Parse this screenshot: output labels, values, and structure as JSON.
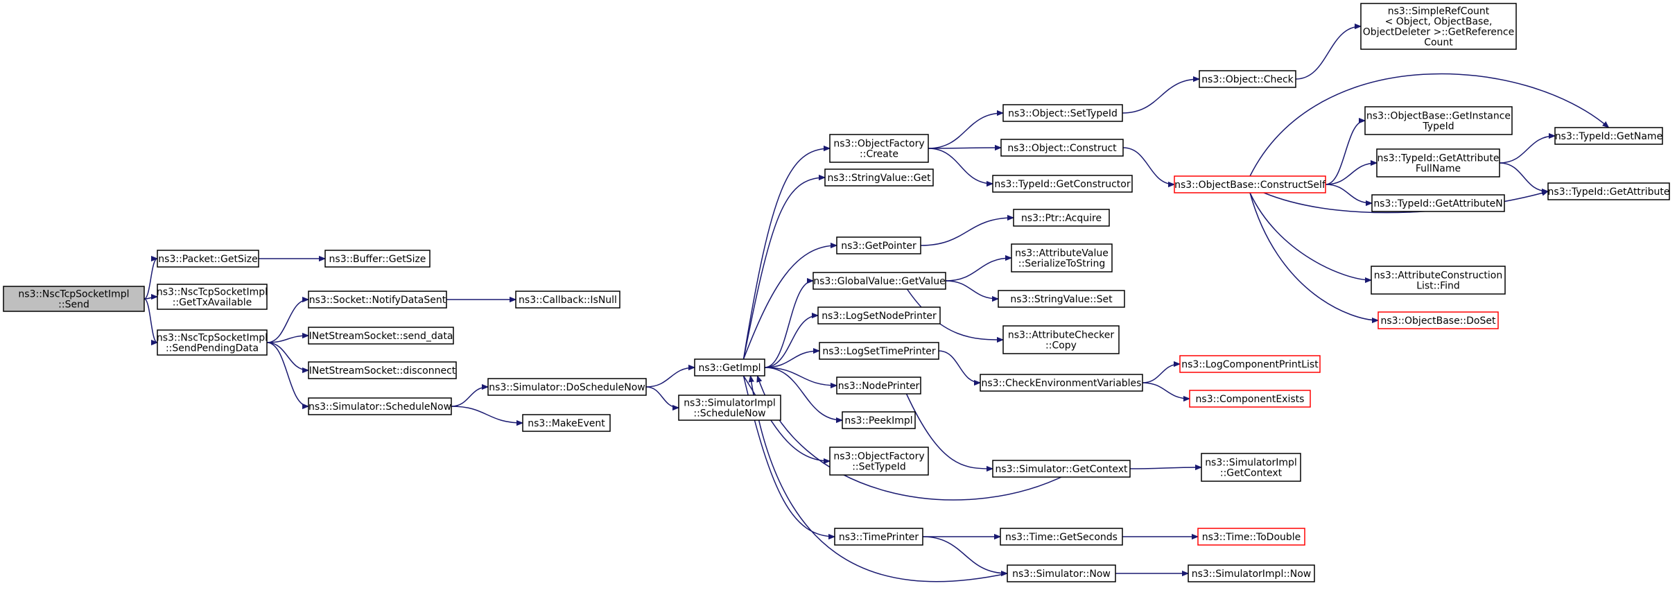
{
  "graph": {
    "colors": {
      "edge": "#191970",
      "root_fill": "#bfbfbf",
      "truncated_border": "#ff0000"
    },
    "nodes": [
      {
        "id": "send",
        "lines": [
          "ns3::NscTcpSocketImpl",
          "::Send"
        ],
        "style": "root"
      },
      {
        "id": "packetgetsize",
        "lines": [
          "ns3::Packet::GetSize"
        ]
      },
      {
        "id": "buffergetsize",
        "lines": [
          "ns3::Buffer::GetSize"
        ]
      },
      {
        "id": "gettxavailable",
        "lines": [
          "ns3::NscTcpSocketImpl",
          "::GetTxAvailable"
        ]
      },
      {
        "id": "sendpendingdata",
        "lines": [
          "ns3::NscTcpSocketImpl",
          "::SendPendingData"
        ]
      },
      {
        "id": "notifydatasent",
        "lines": [
          "ns3::Socket::NotifyDataSent"
        ]
      },
      {
        "id": "isnull",
        "lines": [
          "ns3::Callback::IsNull"
        ]
      },
      {
        "id": "senddata",
        "lines": [
          "INetStreamSocket::send_data"
        ]
      },
      {
        "id": "disconnect",
        "lines": [
          "INetStreamSocket::disconnect"
        ]
      },
      {
        "id": "schedulenow",
        "lines": [
          "ns3::Simulator::ScheduleNow"
        ]
      },
      {
        "id": "doschedulenow",
        "lines": [
          "ns3::Simulator::DoScheduleNow"
        ]
      },
      {
        "id": "makeevent",
        "lines": [
          "ns3::MakeEvent"
        ]
      },
      {
        "id": "getimpl",
        "lines": [
          "ns3::GetImpl"
        ]
      },
      {
        "id": "implschedulenow",
        "lines": [
          "ns3::SimulatorImpl",
          "::ScheduleNow"
        ]
      },
      {
        "id": "ofcreate",
        "lines": [
          "ns3::ObjectFactory",
          "::Create"
        ]
      },
      {
        "id": "stringvalueget",
        "lines": [
          "ns3::StringValue::Get"
        ]
      },
      {
        "id": "getpointer",
        "lines": [
          "ns3::GetPointer"
        ]
      },
      {
        "id": "globalvaluegetvalue",
        "lines": [
          "ns3::GlobalValue::GetValue"
        ]
      },
      {
        "id": "logsetnodeprinter",
        "lines": [
          "ns3::LogSetNodePrinter"
        ]
      },
      {
        "id": "logsettimeprinter",
        "lines": [
          "ns3::LogSetTimePrinter"
        ]
      },
      {
        "id": "nodeprinter",
        "lines": [
          "ns3::NodePrinter"
        ]
      },
      {
        "id": "peekimpl",
        "lines": [
          "ns3::PeekImpl"
        ]
      },
      {
        "id": "ofsettypeid",
        "lines": [
          "ns3::ObjectFactory",
          "::SetTypeId"
        ]
      },
      {
        "id": "timeprinter",
        "lines": [
          "ns3::TimePrinter"
        ]
      },
      {
        "id": "objsettypeid",
        "lines": [
          "ns3::Object::SetTypeId"
        ]
      },
      {
        "id": "objconstruct",
        "lines": [
          "ns3::Object::Construct"
        ]
      },
      {
        "id": "typeidgetconstructor",
        "lines": [
          "ns3::TypeId::GetConstructor"
        ]
      },
      {
        "id": "ptracquire",
        "lines": [
          "ns3::Ptr::Acquire"
        ]
      },
      {
        "id": "avserialize",
        "lines": [
          "ns3::AttributeValue",
          "::SerializeToString"
        ]
      },
      {
        "id": "stringvalueset",
        "lines": [
          "ns3::StringValue::Set"
        ]
      },
      {
        "id": "accopy",
        "lines": [
          "ns3::AttributeChecker",
          "::Copy"
        ]
      },
      {
        "id": "checkenv",
        "lines": [
          "ns3::CheckEnvironmentVariables"
        ]
      },
      {
        "id": "simgetcontext",
        "lines": [
          "ns3::Simulator::GetContext"
        ]
      },
      {
        "id": "timegetseconds",
        "lines": [
          "ns3::Time::GetSeconds"
        ]
      },
      {
        "id": "simnow",
        "lines": [
          "ns3::Simulator::Now"
        ]
      },
      {
        "id": "objcheck",
        "lines": [
          "ns3::Object::Check"
        ]
      },
      {
        "id": "getrefcount",
        "lines": [
          "ns3::SimpleRefCount",
          "< Object, ObjectBase,",
          "ObjectDeleter >::GetReference",
          "Count"
        ]
      },
      {
        "id": "constructself",
        "lines": [
          "ns3::ObjectBase::ConstructSelf"
        ],
        "style": "red"
      },
      {
        "id": "logcomplist",
        "lines": [
          "ns3::LogComponentPrintList"
        ],
        "style": "red"
      },
      {
        "id": "compexists",
        "lines": [
          "ns3::ComponentExists"
        ],
        "style": "red"
      },
      {
        "id": "implgetcontext",
        "lines": [
          "ns3::SimulatorImpl",
          "::GetContext"
        ]
      },
      {
        "id": "todouble",
        "lines": [
          "ns3::Time::ToDouble"
        ],
        "style": "red"
      },
      {
        "id": "implnow",
        "lines": [
          "ns3::SimulatorImpl::Now"
        ]
      },
      {
        "id": "getinstancetypeid",
        "lines": [
          "ns3::ObjectBase::GetInstance",
          "TypeId"
        ]
      },
      {
        "id": "getattrfullname",
        "lines": [
          "ns3::TypeId::GetAttribute",
          "FullName"
        ]
      },
      {
        "id": "getattrn",
        "lines": [
          "ns3::TypeId::GetAttributeN"
        ]
      },
      {
        "id": "acfind",
        "lines": [
          "ns3::AttributeConstruction",
          "List::Find"
        ]
      },
      {
        "id": "doset",
        "lines": [
          "ns3::ObjectBase::DoSet"
        ],
        "style": "red"
      },
      {
        "id": "typeidgetname",
        "lines": [
          "ns3::TypeId::GetName"
        ]
      },
      {
        "id": "typeidgetattr",
        "lines": [
          "ns3::TypeId::GetAttribute"
        ]
      }
    ]
  }
}
